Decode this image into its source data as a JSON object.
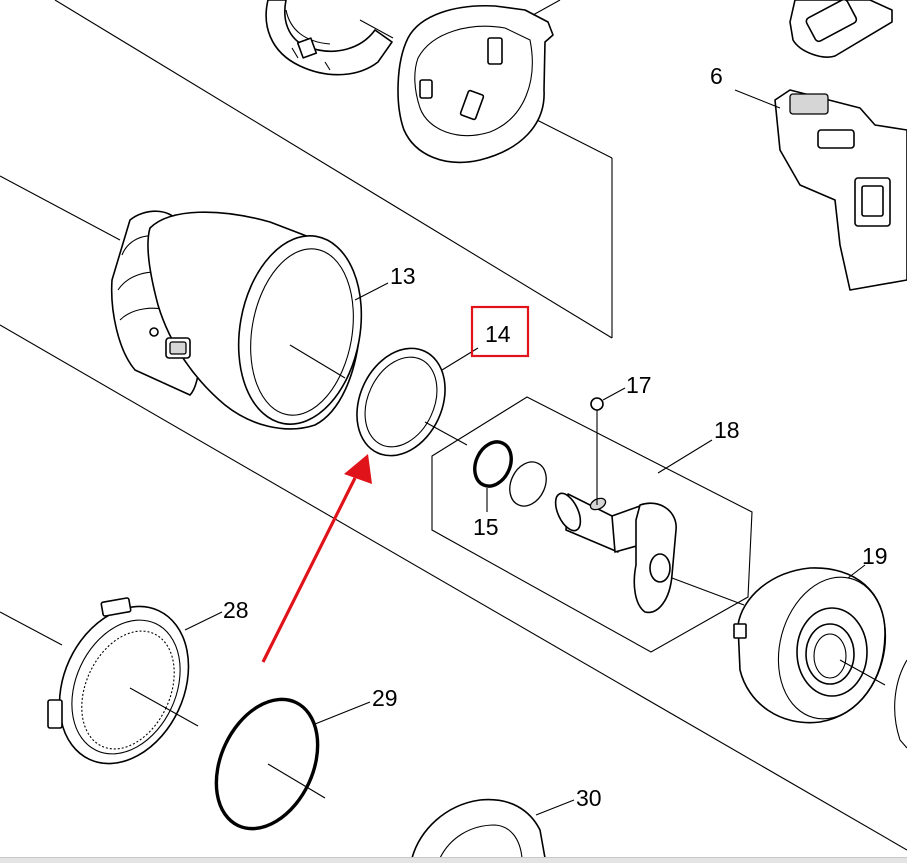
{
  "diagram": {
    "callouts": {
      "part_6": "6",
      "part_13": "13",
      "part_14": "14",
      "part_15": "15",
      "part_17": "17",
      "part_18": "18",
      "part_19": "19",
      "part_28": "28",
      "part_29": "29",
      "part_30": "30"
    },
    "highlighted_part": "14",
    "highlight_color": "#e0121a",
    "arrow_color": "#e0121a"
  }
}
